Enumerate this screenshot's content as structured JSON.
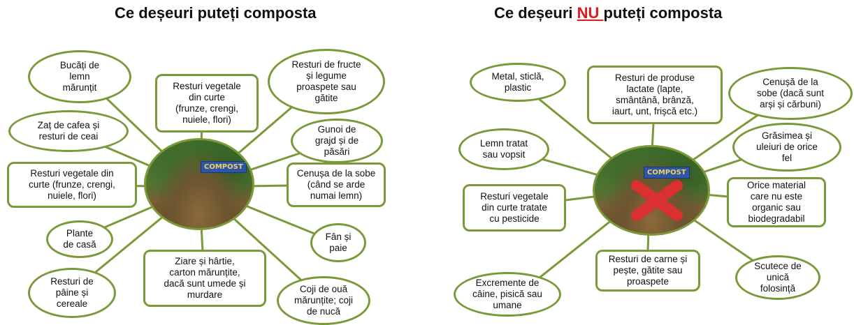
{
  "left": {
    "title": "Ce deșeuri puteți composta",
    "sign": "COMPOST",
    "nodes": [
      {
        "text": "Bucăți de\nlemn\nmărunțit"
      },
      {
        "text": "Resturi vegetale\ndin curte\n(frunze, crengi,\nnuiele, flori)"
      },
      {
        "text": "Resturi de fructe\nși legume\nproaspete sau\ngătite"
      },
      {
        "text": "Zaț de cafea și\nresturi de ceai"
      },
      {
        "text": "Gunoi de\ngrajd și de\npăsări"
      },
      {
        "text": "Resturi vegetale din\ncurte (frunze, crengi,\nnuiele, flori)"
      },
      {
        "text": "Cenușa de la sobe\n(când se arde\nnumai lemn)"
      },
      {
        "text": "Plante\nde casă"
      },
      {
        "text": "Fân și\npaie"
      },
      {
        "text": "Ziare și hârtie,\ncarton mărunțite,\ndacă sunt umede și\nmurdare"
      },
      {
        "text": "Resturi de\npâine și\ncereale"
      },
      {
        "text": "Coji de ouă\nmărunțite; coji\nde nucă"
      }
    ]
  },
  "right": {
    "title_pre": "Ce deșeuri ",
    "title_nu": "NU ",
    "title_post": "puteți composta",
    "sign": "COMPOST",
    "nodes": [
      {
        "text": "Metal, sticlă,\nplastic"
      },
      {
        "text": "Resturi de produse\nlactate (lapte,\nsmântână, brânză,\niaurt, unt, frișcă etc.)"
      },
      {
        "text": "Cenușă de la\nsobe (dacă sunt\narși și cărbuni)"
      },
      {
        "text": "Lemn tratat\nsau vopsit"
      },
      {
        "text": "Grăsimea și\nuleiuri de orice\nfel"
      },
      {
        "text": "Resturi vegetale\ndin curte tratate\ncu pesticide"
      },
      {
        "text": "Orice material\ncare nu este\norganic sau\nbiodegradabil"
      },
      {
        "text": "Excremente de\ncâine, pisică sau\numane"
      },
      {
        "text": "Resturi de carne și\npește, gătite sau\nproaspete"
      },
      {
        "text": "Scutece de\nunică\nfolosință"
      }
    ]
  }
}
